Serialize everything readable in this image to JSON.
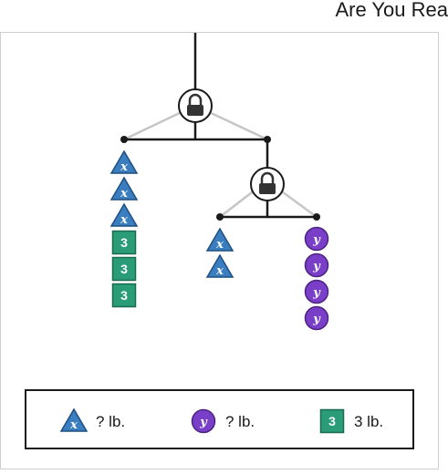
{
  "header": {
    "title": "Are You Rea"
  },
  "tree": {
    "left_stack": [
      "x",
      "x",
      "x",
      "3",
      "3",
      "3"
    ],
    "middle_stack": [
      "x",
      "x"
    ],
    "right_stack": [
      "y",
      "y",
      "y",
      "y"
    ]
  },
  "legend": [
    {
      "symbol": "x",
      "shape": "triangle",
      "label": "? lb."
    },
    {
      "symbol": "y",
      "shape": "circle",
      "label": "? lb."
    },
    {
      "symbol": "3",
      "shape": "square",
      "label": "3 lb."
    }
  ],
  "colors": {
    "triangle": "#3a7ebf",
    "circle": "#7a3fc8",
    "square": "#2a9d78",
    "lock": "#333333",
    "line": "#1a1a1a",
    "support": "#c6c6c6"
  }
}
